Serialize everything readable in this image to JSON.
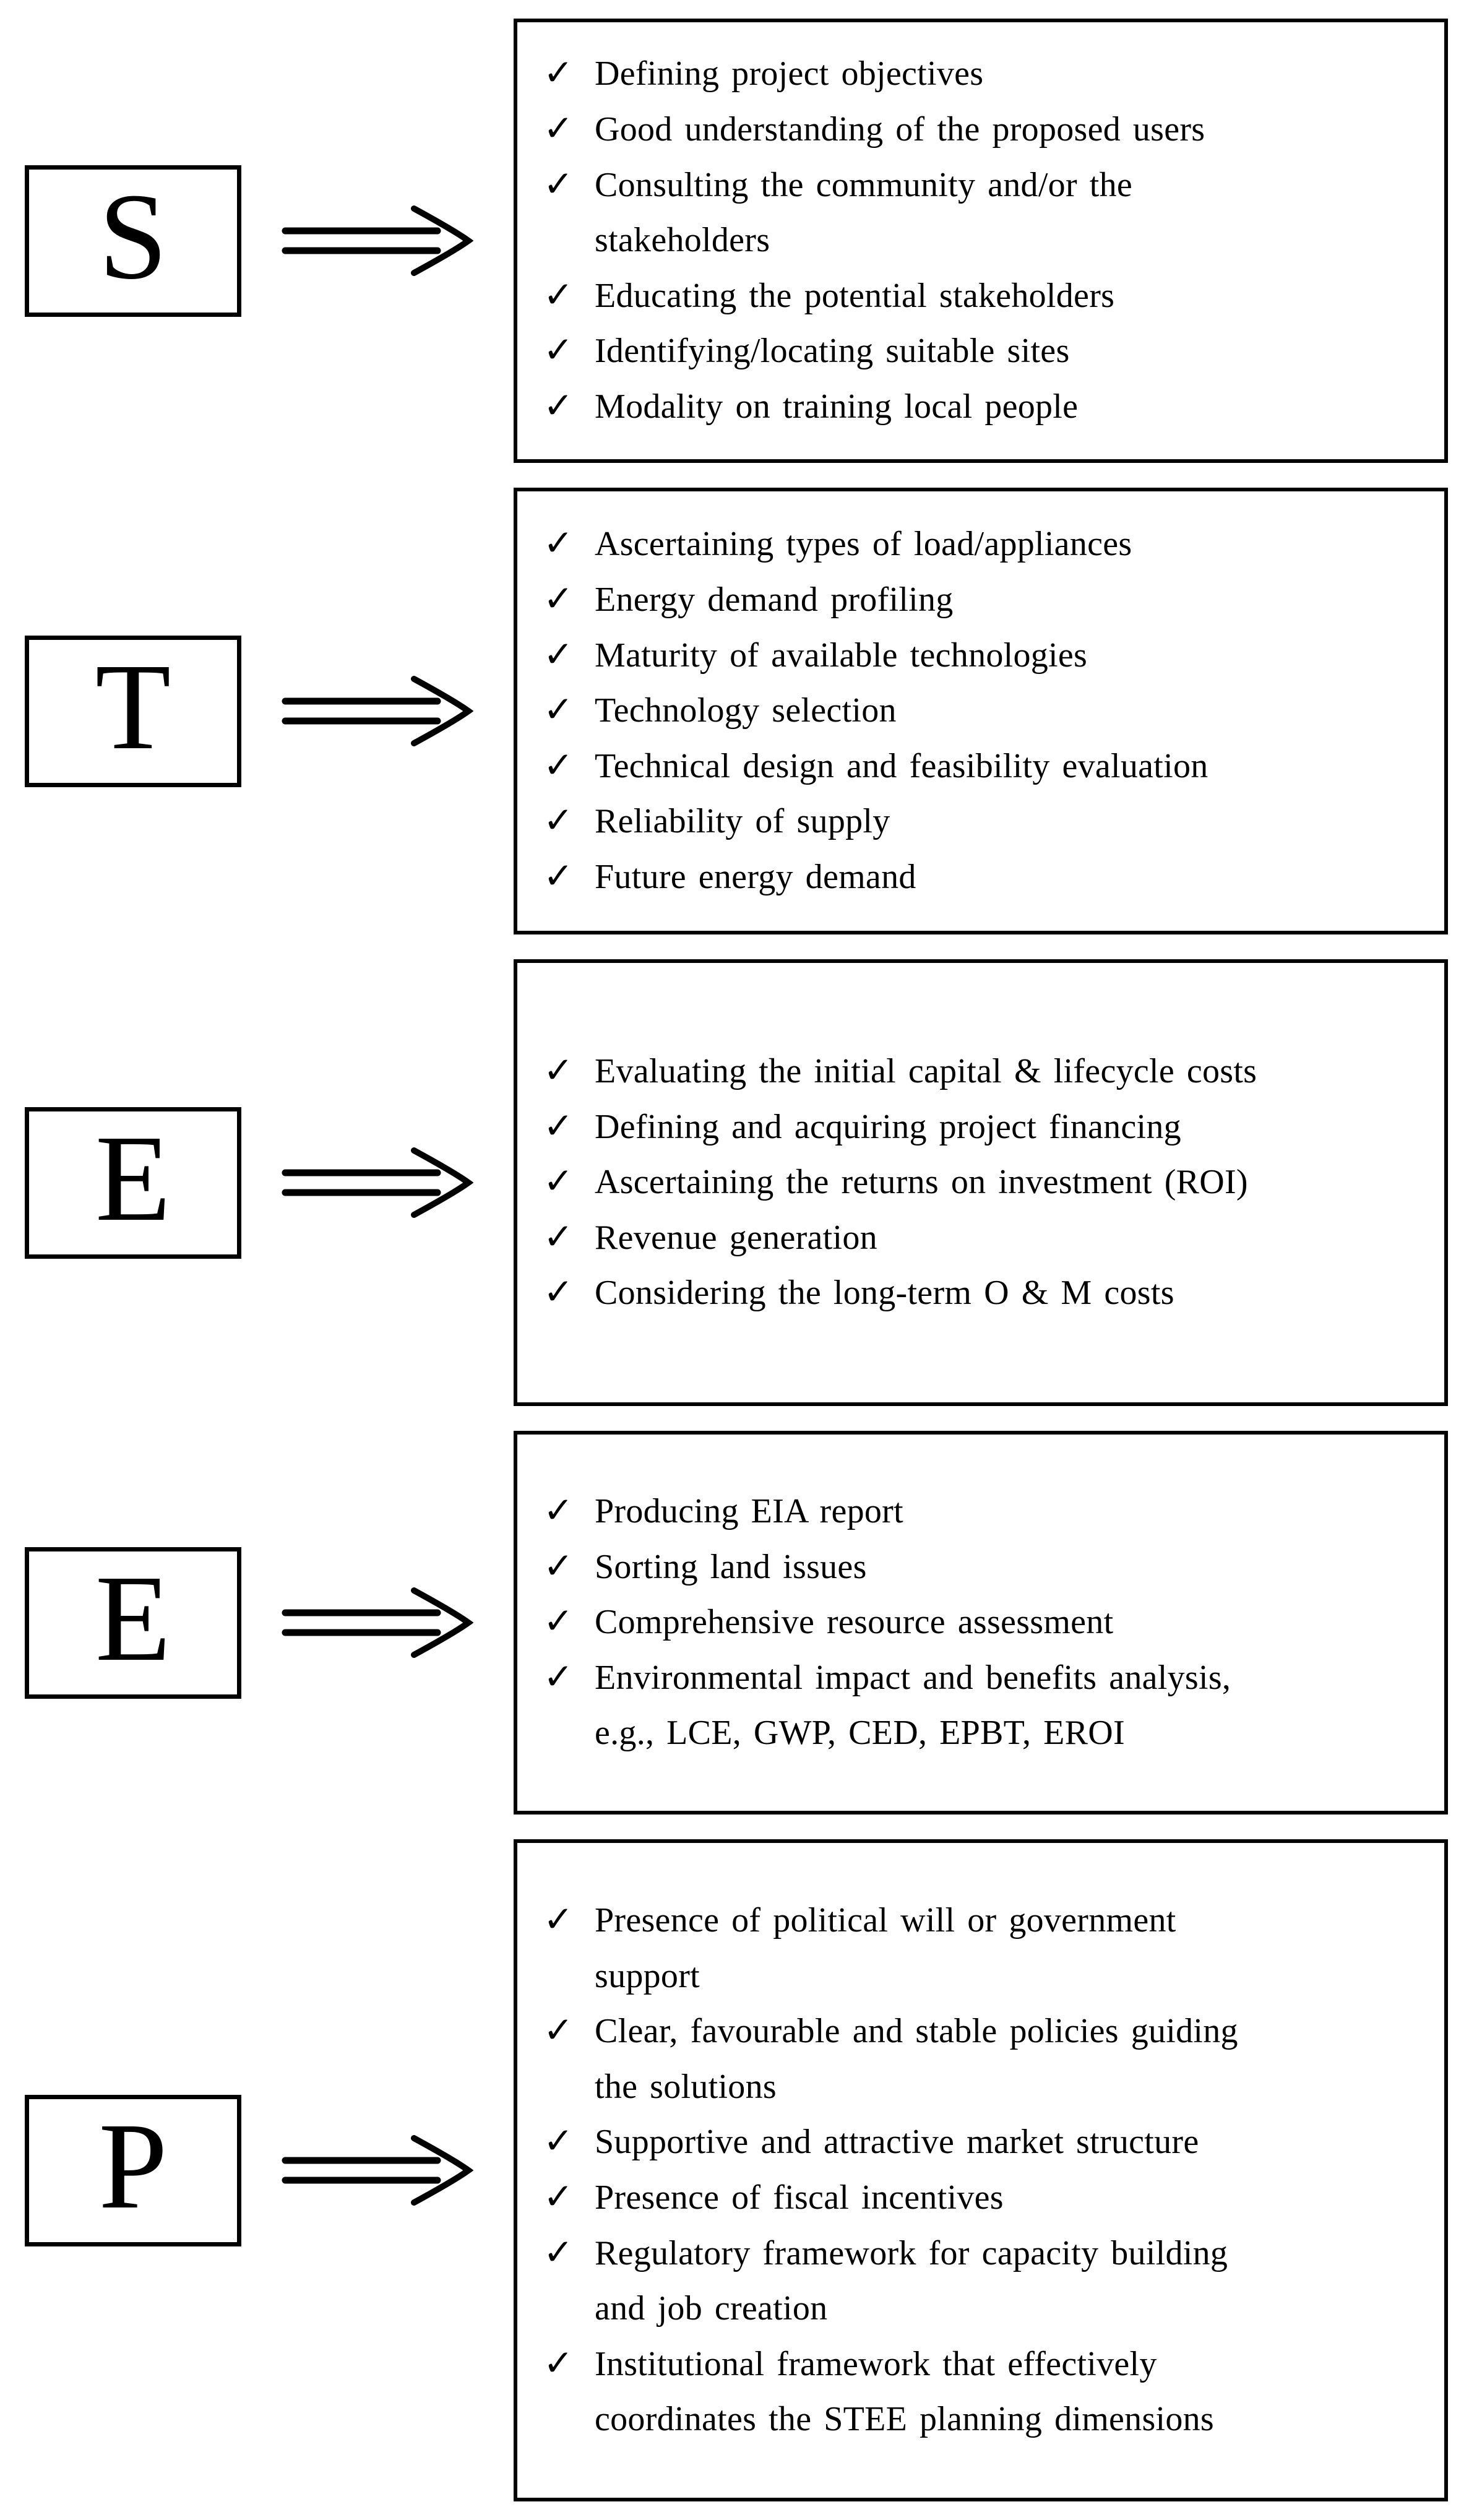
{
  "icons": {
    "checkmark": "✓",
    "arrow": "double-arrow-right"
  },
  "colors": {
    "ink": "#000000",
    "background": "#ffffff"
  },
  "rows": [
    {
      "letter": "S",
      "items": [
        {
          "lines": [
            "Defining project objectives"
          ]
        },
        {
          "lines": [
            "Good understanding of the proposed users"
          ]
        },
        {
          "lines": [
            "Consulting the community and/or the",
            "stakeholders"
          ]
        },
        {
          "lines": [
            "Educating the potential stakeholders"
          ]
        },
        {
          "lines": [
            "Identifying/locating suitable sites"
          ]
        },
        {
          "lines": [
            "Modality on training local people"
          ]
        }
      ]
    },
    {
      "letter": "T",
      "items": [
        {
          "lines": [
            "Ascertaining types of load/appliances"
          ]
        },
        {
          "lines": [
            "Energy demand profiling"
          ]
        },
        {
          "lines": [
            "Maturity of available technologies"
          ]
        },
        {
          "lines": [
            "Technology selection"
          ]
        },
        {
          "lines": [
            "Technical design and feasibility evaluation"
          ]
        },
        {
          "lines": [
            "Reliability of supply"
          ]
        },
        {
          "lines": [
            "Future energy demand"
          ]
        }
      ]
    },
    {
      "letter": "E",
      "items": [
        {
          "lines": [
            "Evaluating the initial capital & lifecycle costs"
          ]
        },
        {
          "lines": [
            "Defining and acquiring project financing"
          ]
        },
        {
          "lines": [
            "Ascertaining the returns on investment (ROI)"
          ]
        },
        {
          "lines": [
            "Revenue generation"
          ]
        },
        {
          "lines": [
            "Considering the long-term O & M costs"
          ]
        }
      ]
    },
    {
      "letter": "E",
      "items": [
        {
          "lines": [
            "Producing EIA report"
          ]
        },
        {
          "lines": [
            "Sorting land issues"
          ]
        },
        {
          "lines": [
            "Comprehensive resource assessment"
          ]
        },
        {
          "lines": [
            "Environmental impact and benefits analysis,",
            "e.g., LCE, GWP, CED, EPBT, EROI"
          ]
        }
      ]
    },
    {
      "letter": "P",
      "items": [
        {
          "lines": [
            "Presence of political will or government",
            "support"
          ]
        },
        {
          "lines": [
            "Clear, favourable and stable policies guiding",
            "the solutions"
          ]
        },
        {
          "lines": [
            "Supportive and attractive market structure"
          ]
        },
        {
          "lines": [
            "Presence of fiscal incentives"
          ]
        },
        {
          "lines": [
            "Regulatory framework for capacity building",
            "and job creation"
          ]
        },
        {
          "lines": [
            "Institutional framework that effectively",
            "coordinates the STEE planning dimensions"
          ]
        }
      ]
    }
  ]
}
